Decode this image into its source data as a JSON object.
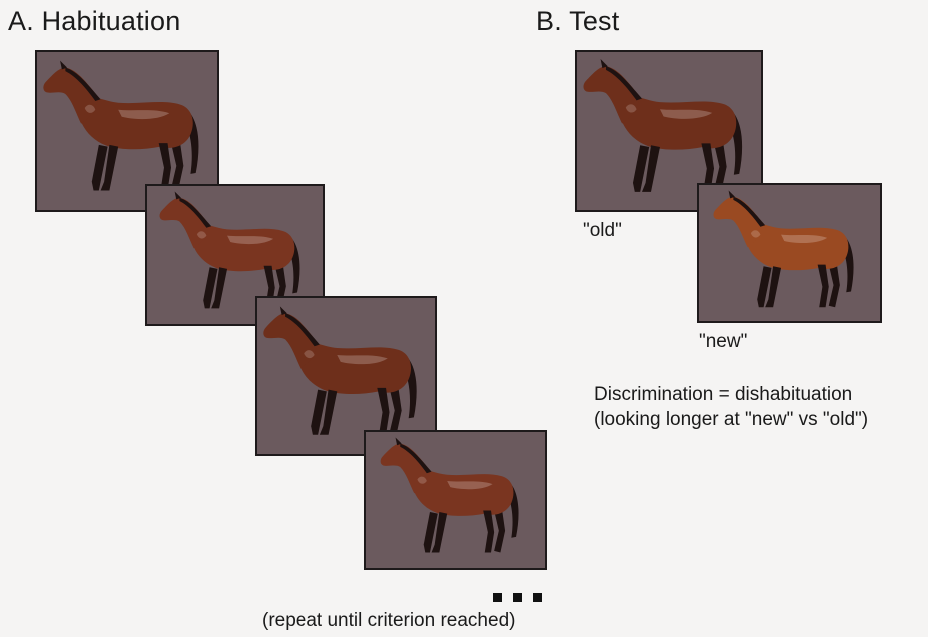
{
  "panel_a": {
    "title": "A. Habituation",
    "frames": [
      {
        "icon": "horse-bay-left"
      },
      {
        "icon": "horse-bay-left-alt"
      },
      {
        "icon": "horse-bay-left"
      },
      {
        "icon": "horse-bay-left-alt"
      }
    ],
    "ellipsis_icon": "three-dots-icon",
    "caption": "(repeat until criterion reached)"
  },
  "panel_b": {
    "title": "B. Test",
    "frames": [
      {
        "icon": "horse-bay-left",
        "label": "\"old\""
      },
      {
        "icon": "horse-chestnut-left",
        "label": "\"new\""
      }
    ],
    "note_line1": "Discrimination = dishabituation",
    "note_line2": "(looking longer at \"new\" vs \"old\")"
  },
  "colors": {
    "frame_background": "#6b5a5e",
    "horse_bay": "#6e2f1b",
    "horse_chestnut": "#9a4a22",
    "horse_dark": "#1e1211"
  }
}
